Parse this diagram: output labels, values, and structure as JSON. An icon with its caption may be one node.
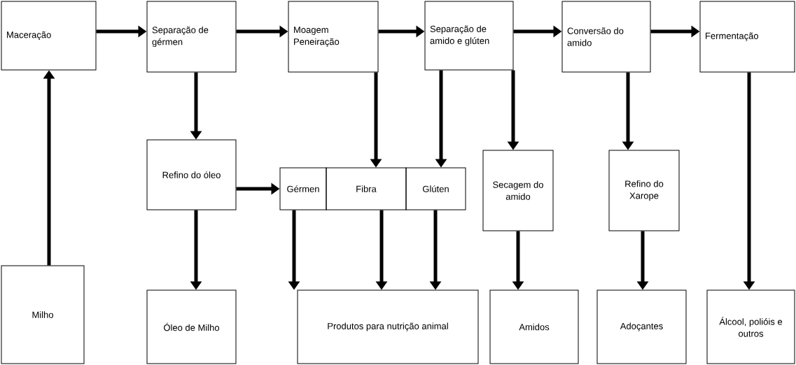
{
  "diagram": {
    "nodes": [
      {
        "text": [
          "Maceração"
        ]
      },
      {
        "text": [
          "Separação de gérmen"
        ]
      },
      {
        "text": [
          "Moagem Peneiração"
        ]
      },
      {
        "text": [
          "Separação de amido e glúten"
        ]
      },
      {
        "text": [
          "Conversão do amido"
        ]
      },
      {
        "text": [
          "Fermentação"
        ]
      },
      {
        "text": [
          "Refino do óleo"
        ]
      },
      {
        "text": [
          "Gérmen"
        ]
      },
      {
        "text": [
          "Fibra"
        ]
      },
      {
        "text": [
          "Glúten"
        ]
      },
      {
        "text": [
          "Secagem do amido"
        ]
      },
      {
        "text": [
          "Refino do Xarope"
        ]
      },
      {
        "text": [
          "Milho"
        ]
      },
      {
        "text": [
          "Óleo de Milho"
        ]
      },
      {
        "text": [
          "Produtos para nutrição animal"
        ]
      },
      {
        "text": [
          "Amidos"
        ]
      },
      {
        "text": [
          "Adoçantes"
        ]
      },
      {
        "text": [
          "Álcool, polióis e outros"
        ]
      }
    ],
    "edges": [
      {
        "from": 12,
        "to": 0,
        "arrow": "to"
      },
      {
        "from": 0,
        "to": 1,
        "arrow": "to"
      },
      {
        "from": 1,
        "to": 2,
        "arrow": "to"
      },
      {
        "from": 2,
        "to": 3,
        "arrow": "to"
      },
      {
        "from": 3,
        "to": 4,
        "arrow": "to"
      },
      {
        "from": 4,
        "to": 5,
        "arrow": "to"
      },
      {
        "from": 1,
        "to": 6,
        "arrow": "to"
      },
      {
        "from": 2,
        "to": 8,
        "arrow": "to"
      },
      {
        "from": 3,
        "to": 9,
        "arrow": "to"
      },
      {
        "from": 3,
        "to": 10,
        "arrow": "to"
      },
      {
        "from": 4,
        "to": 11,
        "arrow": "to"
      },
      {
        "from": 5,
        "to": 17,
        "arrow": "to"
      },
      {
        "from": 6,
        "to": 7,
        "arrow": "to"
      },
      {
        "from": 6,
        "to": 13,
        "arrow": "to"
      },
      {
        "from": 7,
        "to": 14,
        "arrow": "to"
      },
      {
        "from": 8,
        "to": 14,
        "arrow": "to"
      },
      {
        "from": 9,
        "to": 14,
        "arrow": "to"
      },
      {
        "from": 10,
        "to": 15,
        "arrow": "to"
      },
      {
        "from": 11,
        "to": 16,
        "arrow": "to"
      }
    ]
  }
}
